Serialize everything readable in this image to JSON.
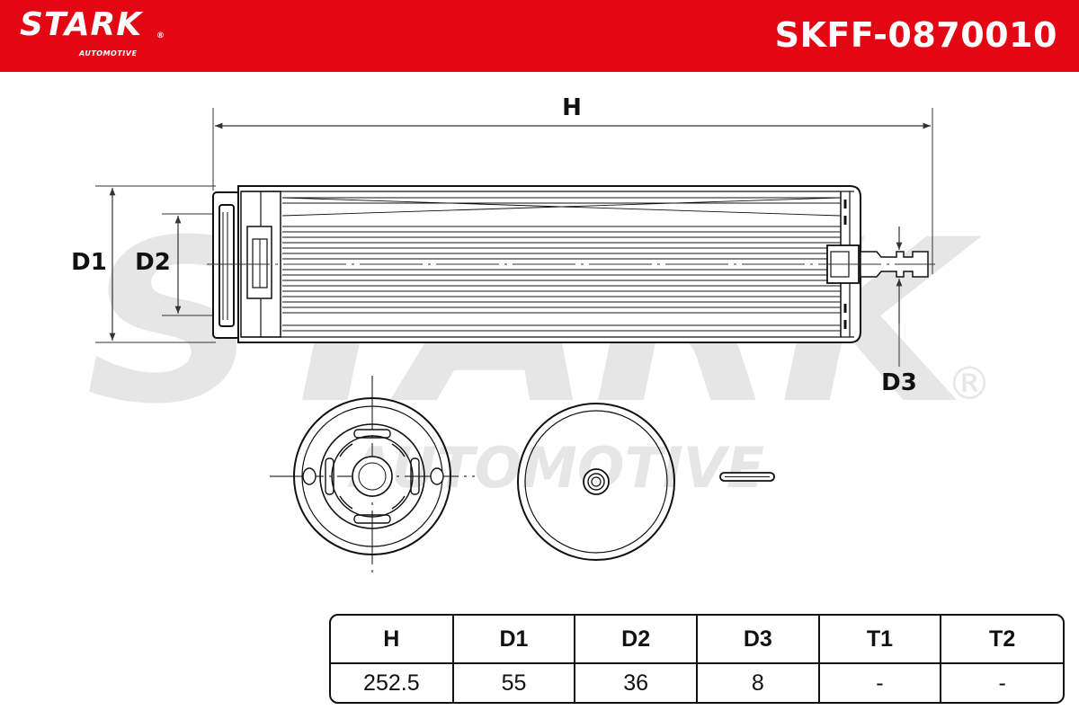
{
  "header": {
    "brand": "STARK",
    "brand_mark": "®",
    "brand_sub": "AUTOMOTIVE",
    "part_number": "SKFF-0870010",
    "color": "#e30613"
  },
  "watermark": {
    "main": "STARK",
    "sub": "AUTOMOTIVE",
    "mark": "®",
    "color": "#e6e6e6"
  },
  "diagram_labels": {
    "length": "H",
    "outer_diameter": "D1",
    "inner_diameter": "D2",
    "outlet_diameter": "D3"
  },
  "dimensions_table": {
    "headers": [
      "H",
      "D1",
      "D2",
      "D3",
      "T1",
      "T2"
    ],
    "values": [
      "252.5",
      "55",
      "36",
      "8",
      "-",
      "-"
    ]
  }
}
